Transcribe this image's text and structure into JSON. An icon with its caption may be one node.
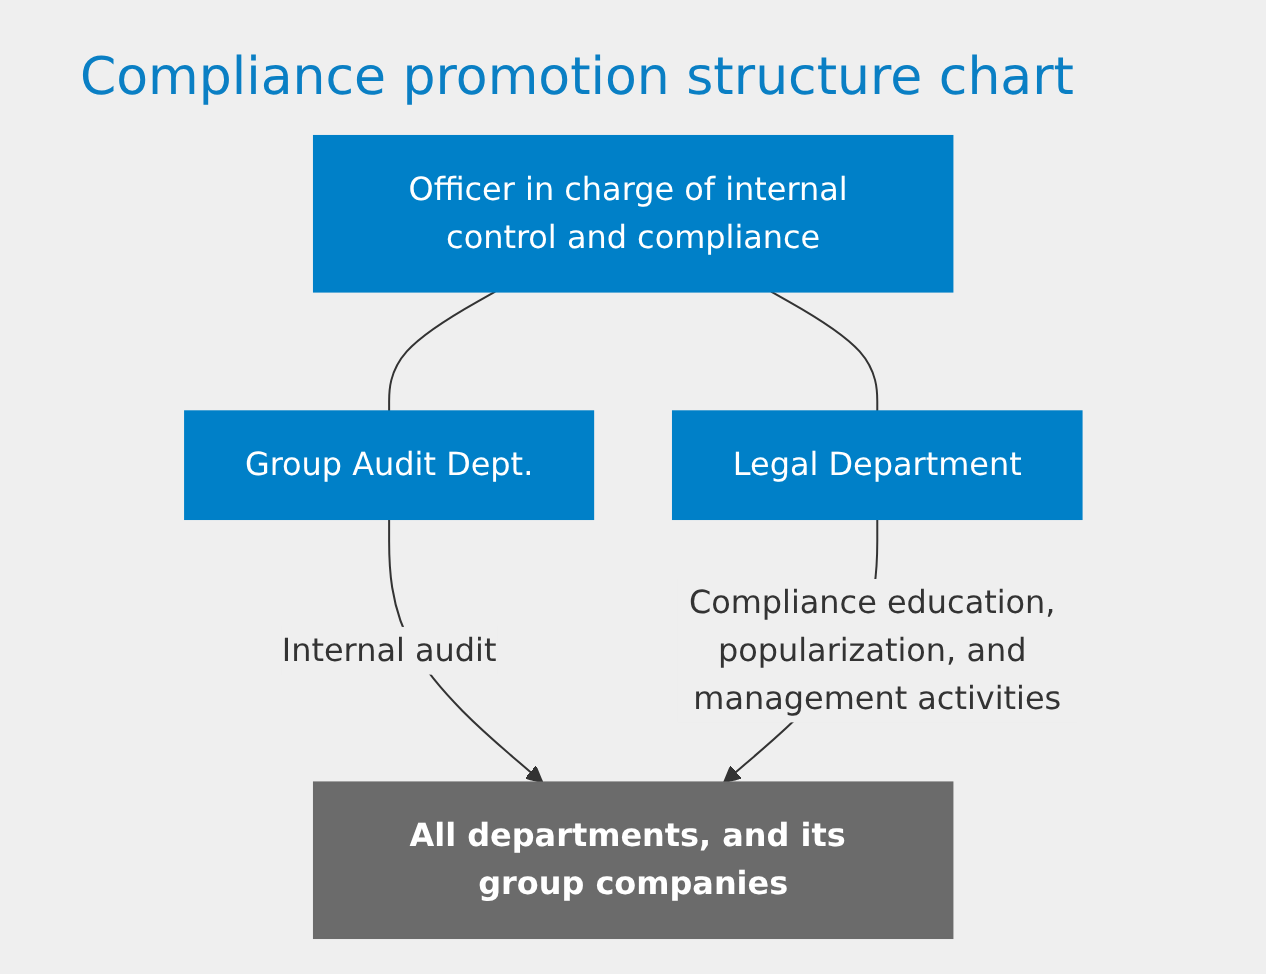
{
  "diagram": {
    "title": "Compliance promotion structure chart",
    "nodes": [
      {
        "text": [
          "Officer in charge of internal control and compliance"
        ]
      },
      {
        "text": [
          "Group Audit Dept."
        ]
      },
      {
        "text": [
          "Legal Department"
        ]
      },
      {
        "text": [
          "All departments, and its group companies"
        ]
      }
    ],
    "edges": [
      {
        "from": 0,
        "to": 1,
        "arrow": "none"
      },
      {
        "from": 0,
        "to": 2,
        "arrow": "none"
      },
      {
        "from": 1,
        "to": 3,
        "arrow": "to",
        "label": "Internal audit"
      },
      {
        "from": 2,
        "to": 3,
        "arrow": "to",
        "label": "Compliance education, popularization, and management activities"
      }
    ]
  }
}
